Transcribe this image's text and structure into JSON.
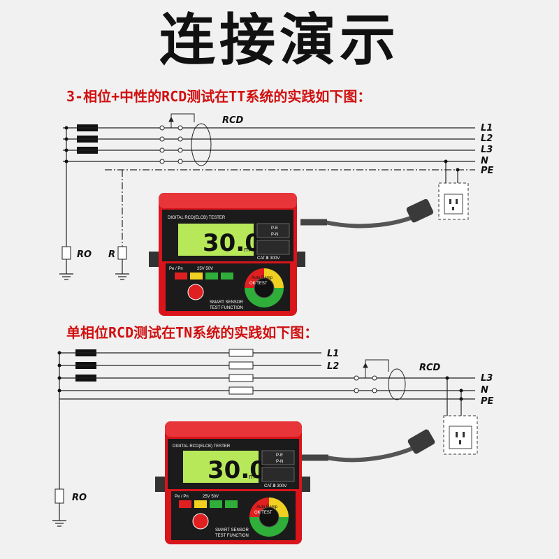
{
  "page": {
    "title": "连接演示"
  },
  "section1": {
    "caption": "3-相位+中性的RCD测试在TT系统的实践如下图：",
    "labels": {
      "rcd": "RCD",
      "l1": "L1",
      "l2": "L2",
      "l3": "L3",
      "n": "N",
      "pe": "PE",
      "ro": "RO",
      "r": "R"
    }
  },
  "section2": {
    "caption": "单相位RCD测试在TN系统的实践如下图：",
    "labels": {
      "rcd": "RCD",
      "l1": "L1",
      "l2": "L2",
      "l3": "L3",
      "n": "N",
      "pe": "PE",
      "ro": "RO"
    }
  },
  "device": {
    "model_label": "DIGITAL RCD(ELCB) TESTER",
    "display_value": "30.0",
    "display_unit": "m",
    "category": "CAT.Ⅲ 300V",
    "brand": "SMART SENSOR",
    "test_label": "TEST FUNCTION",
    "mode_pe": "P-E",
    "mode_pn": "P-N",
    "dial_label": "Auto Ramp",
    "ok_test": "OK TEST",
    "phase_label": "Pe / Pn",
    "voltage_label": "25V 50V",
    "colors": {
      "body": "#d9141b",
      "lcd": "#b7e85a",
      "panel": "#1b1b1b",
      "dial_red": "#e02020",
      "dial_yellow": "#f0d020",
      "dial_green": "#2fae3a"
    }
  },
  "colors": {
    "caption": "#d01010",
    "wire": "#222222",
    "background": "#f1f1f1"
  }
}
